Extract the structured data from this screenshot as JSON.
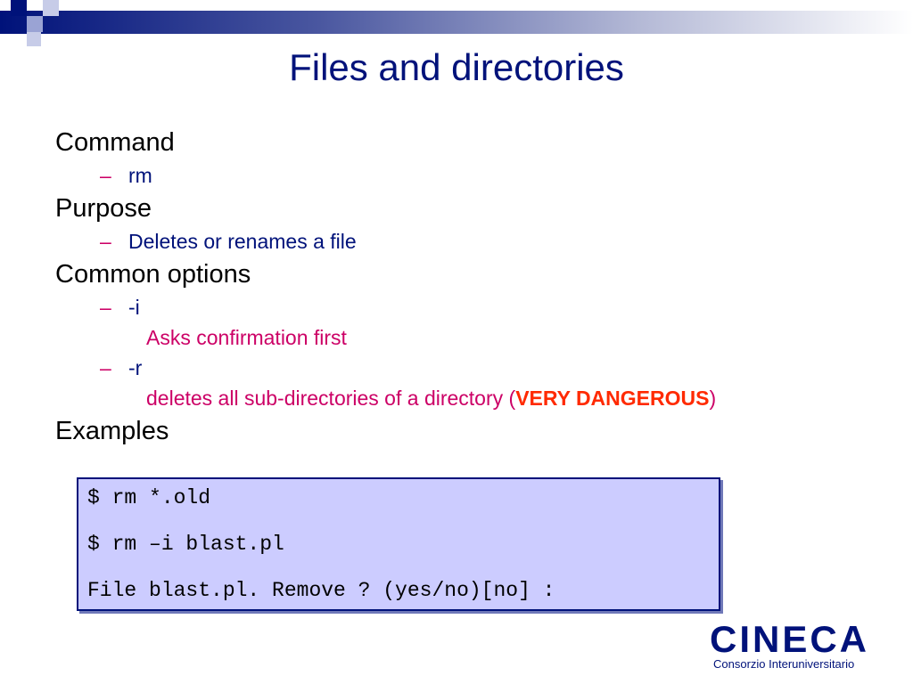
{
  "slide": {
    "title": "Files and directories",
    "sections": {
      "command_heading": "Command",
      "command_value": "rm",
      "purpose_heading": "Purpose",
      "purpose_value": "Deletes or renames a file",
      "options_heading": "Common options",
      "opt_i": "-i",
      "opt_i_desc": "Asks confirmation first",
      "opt_r": "-r",
      "opt_r_desc_prefix": "deletes all sub-directories of a directory (",
      "opt_r_desc_emph": "VERY DANGEROUS",
      "opt_r_desc_suffix": ")",
      "examples_heading": "Examples"
    },
    "dash": "–",
    "code_lines": [
      "$ rm *.old",
      "$ rm –i blast.pl",
      "File blast.pl. Remove ? (yes/no)[no] :"
    ]
  },
  "logo": {
    "word": "CINECA",
    "subtitle": "Consorzio Interuniversitario"
  },
  "colors": {
    "title": "#00127a",
    "emphasis": "#cc0066",
    "danger": "#ff2a00",
    "code_bg": "#ccccff"
  }
}
